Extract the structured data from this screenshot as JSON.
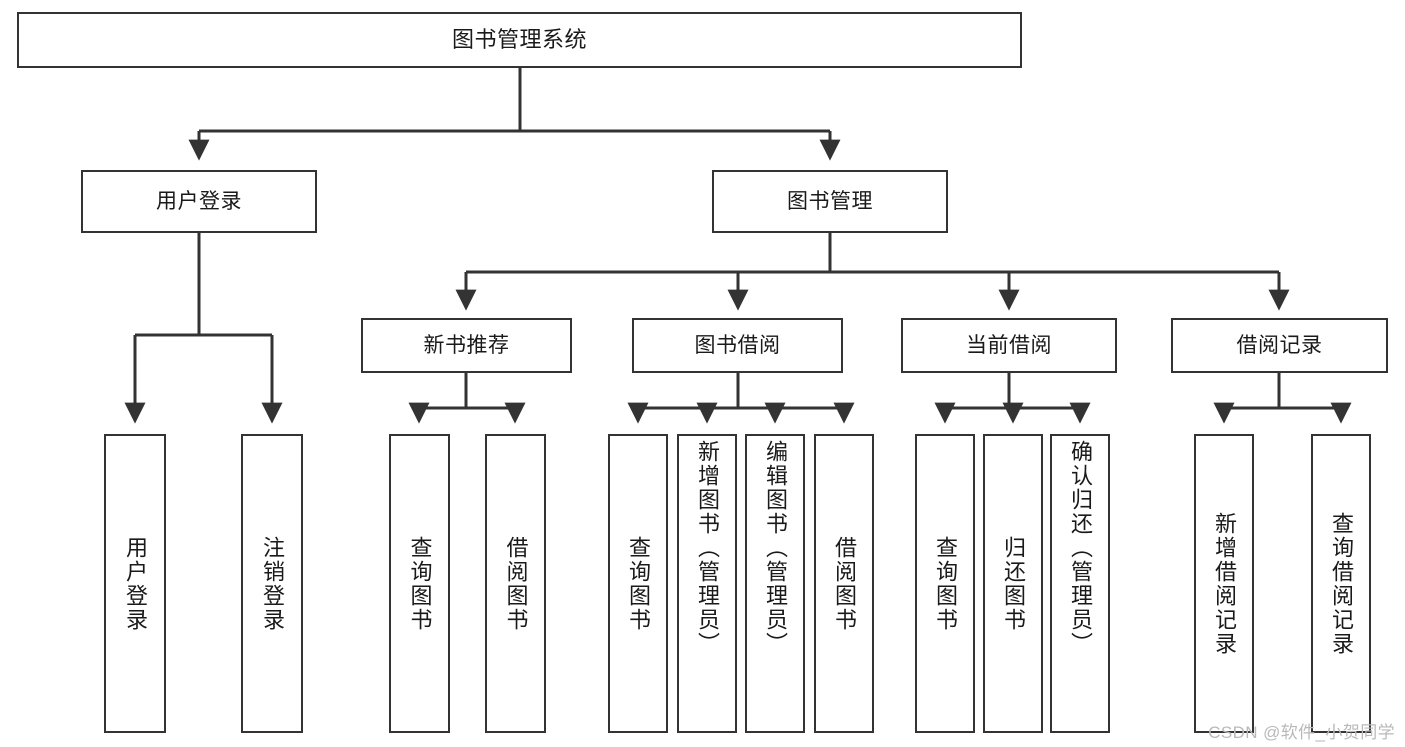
{
  "diagram": {
    "title": "图书管理系统",
    "type": "tree-hierarchy-diagram",
    "colors": {
      "box_border": "#333333",
      "box_fill": "#ffffff",
      "connector": "#333333",
      "text": "#1a1a1a",
      "watermark": "#b9b9b9"
    },
    "root": {
      "label": "图书管理系统"
    },
    "level2": [
      {
        "label": "用户登录"
      },
      {
        "label": "图书管理"
      }
    ],
    "level3": [
      {
        "label": "新书推荐"
      },
      {
        "label": "图书借阅"
      },
      {
        "label": "当前借阅"
      },
      {
        "label": "借阅记录"
      }
    ],
    "leaves": {
      "user_login": [
        {
          "label": "用户登录"
        },
        {
          "label": "注销登录"
        }
      ],
      "new_book_recommend": [
        {
          "label": "查询图书"
        },
        {
          "label": "借阅图书"
        }
      ],
      "book_borrow": [
        {
          "label": "查询图书"
        },
        {
          "label": "新增图书（管理员）"
        },
        {
          "label": "编辑图书（管理员）"
        },
        {
          "label": "借阅图书"
        }
      ],
      "current_borrow": [
        {
          "label": "查询图书"
        },
        {
          "label": "归还图书"
        },
        {
          "label": "确认归还（管理员）"
        }
      ],
      "borrow_record": [
        {
          "label": "新增借阅记录"
        },
        {
          "label": "查询借阅记录"
        }
      ]
    },
    "watermark": "CSDN @软件_小贺同学"
  }
}
